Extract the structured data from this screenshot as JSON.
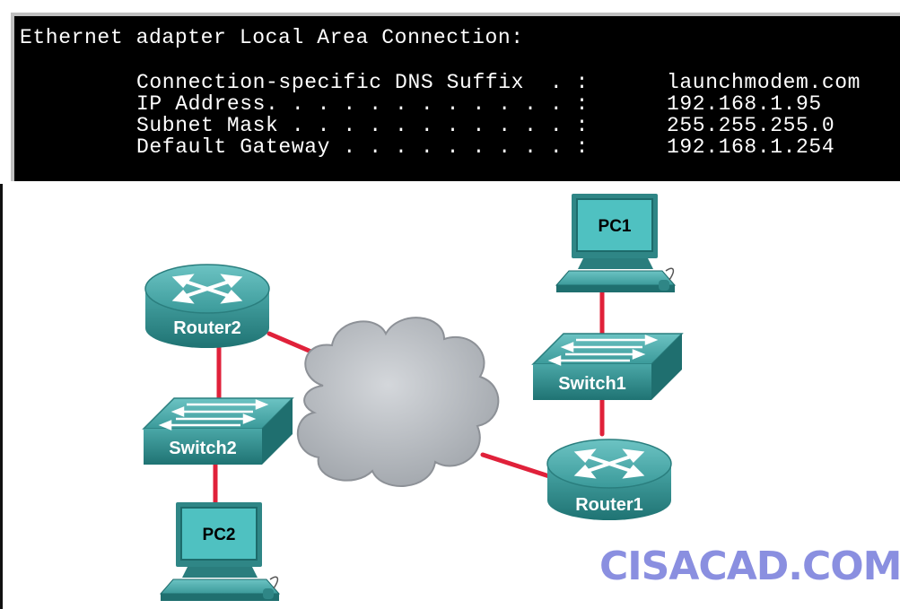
{
  "console": {
    "header": "Ethernet adapter Local Area Connection:",
    "rows": [
      {
        "label": "Connection-specific DNS Suffix  . :",
        "value": "launchmodem.com"
      },
      {
        "label": "IP Address. . . . . . . . . . . . :",
        "value": "192.168.1.95"
      },
      {
        "label": "Subnet Mask . . . . . . . . . . . :",
        "value": "255.255.255.0"
      },
      {
        "label": "Default Gateway . . . . . . . . . :",
        "value": "192.168.1.254"
      }
    ]
  },
  "devices": {
    "router2": "Router2",
    "router1": "Router1",
    "switch2": "Switch2",
    "switch1": "Switch1",
    "pc1": "PC1",
    "pc2": "PC2"
  },
  "colors": {
    "link": "#e0213a",
    "device": "#2f8f8f",
    "cloud": "#b8bcc2",
    "watermark": "#8a8fe0"
  },
  "watermark": "CISACAD.COM"
}
